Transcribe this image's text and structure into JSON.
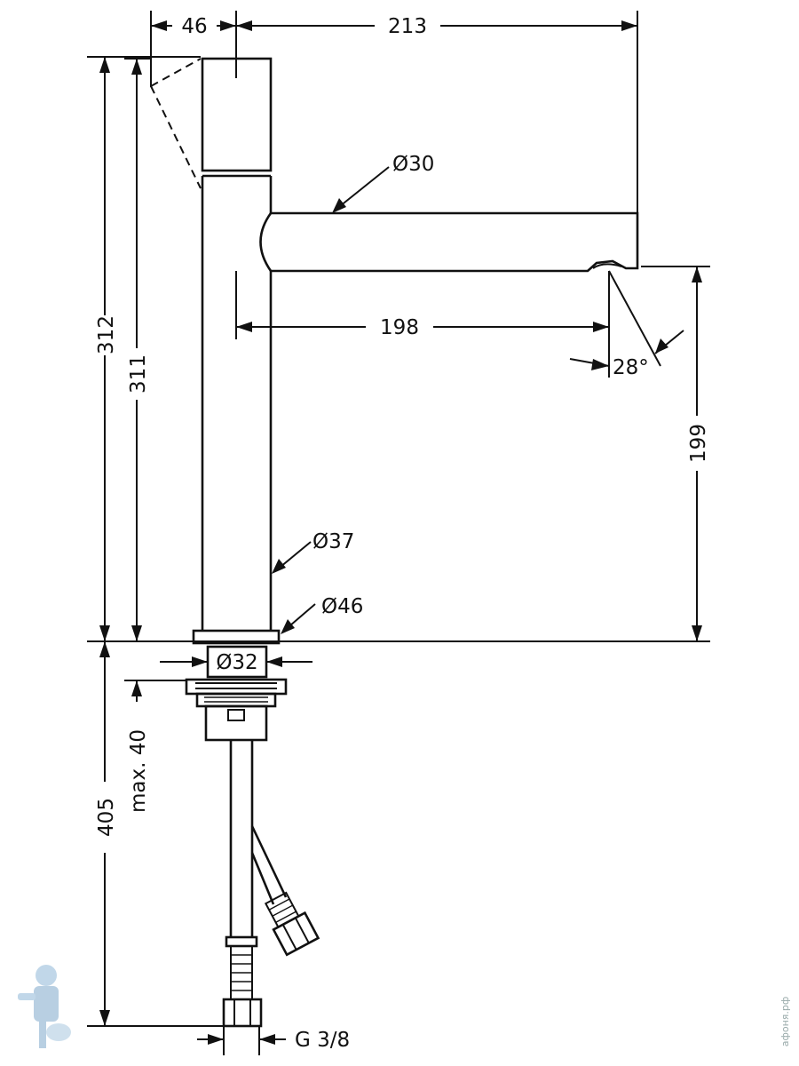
{
  "dimensions": {
    "top_width_handle": "46",
    "top_width_spout": "213",
    "spout_diameter": "Ø30",
    "spout_reach": "198",
    "spray_angle": "28°",
    "total_height": "312",
    "body_height": "311",
    "outlet_height": "199",
    "body_diameter": "Ø37",
    "base_diameter": "Ø46",
    "shank_diameter": "Ø32",
    "max_deck_thickness": "max. 40",
    "hose_length": "405",
    "connection_thread": "G 3/8"
  },
  "watermark": {
    "site_text": "афоня.рф",
    "logo_icon": "plumber-mascot-icon"
  }
}
